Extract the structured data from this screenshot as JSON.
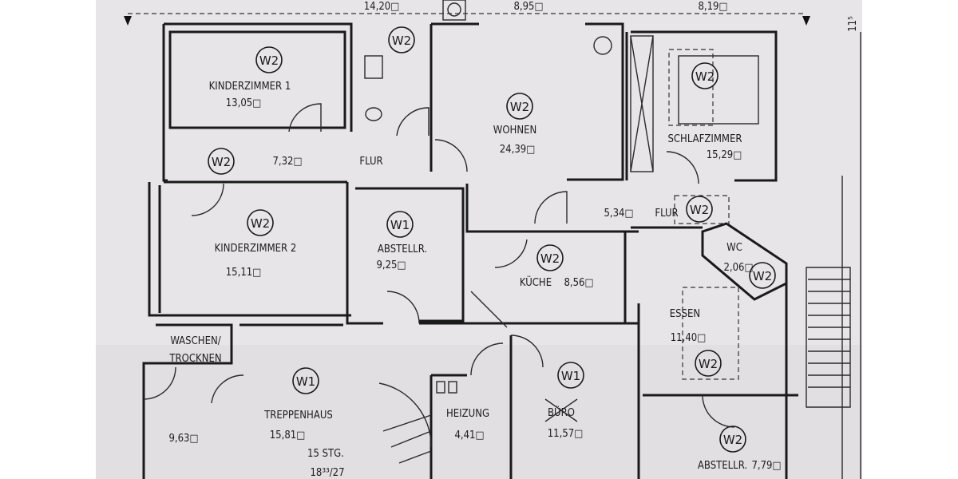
{
  "top_areas": [
    "14,20□",
    "8,95□",
    "8,19□"
  ],
  "edge_dimension": "11⁵",
  "rooms": {
    "kinderzimmer1": {
      "name": "KINDERZIMMER 1",
      "area": "13,05□",
      "marker": "W2"
    },
    "bad": {
      "marker": "W2"
    },
    "wohnen": {
      "name": "WOHNEN",
      "area": "24,39□",
      "marker": "W2"
    },
    "schlafzimmer": {
      "name": "SCHLAFZIMMER",
      "area": "15,29□",
      "marker": "W2"
    },
    "flur1": {
      "name": "FLUR",
      "area": "7,32□",
      "marker": "W2"
    },
    "flur2": {
      "name": "FLUR",
      "area": "5,34□",
      "marker": "W2"
    },
    "kinderzimmer2": {
      "name": "KINDERZIMMER 2",
      "area": "15,11□",
      "marker": "W2"
    },
    "abstellraum1": {
      "name": "ABSTELLR.",
      "area": "9,25□",
      "marker": "W1"
    },
    "kueche": {
      "name": "KÜCHE",
      "area": "8,56□",
      "marker": "W2"
    },
    "wc": {
      "name": "WC",
      "area": "2,06□",
      "marker": "W2"
    },
    "essen": {
      "name": "ESSEN",
      "area": "11,40□",
      "marker": "W2"
    },
    "waschen": {
      "name_line1": "WASCHEN/",
      "name_line2": "TROCKNEN",
      "area": "9,63□"
    },
    "treppenhaus": {
      "name": "TREPPENHAUS",
      "area": "15,81□",
      "marker": "W1",
      "steps": "15 STG.",
      "step_size": "18³³/27"
    },
    "heizung": {
      "name": "HEIZUNG",
      "area": "4,41□"
    },
    "buero": {
      "name": "BÜRO",
      "area": "11,57□",
      "marker": "W1",
      "crossed_out": true
    },
    "abstellraum2": {
      "name": "ABSTELLR.",
      "area": "7,79□",
      "marker": "W2"
    }
  }
}
